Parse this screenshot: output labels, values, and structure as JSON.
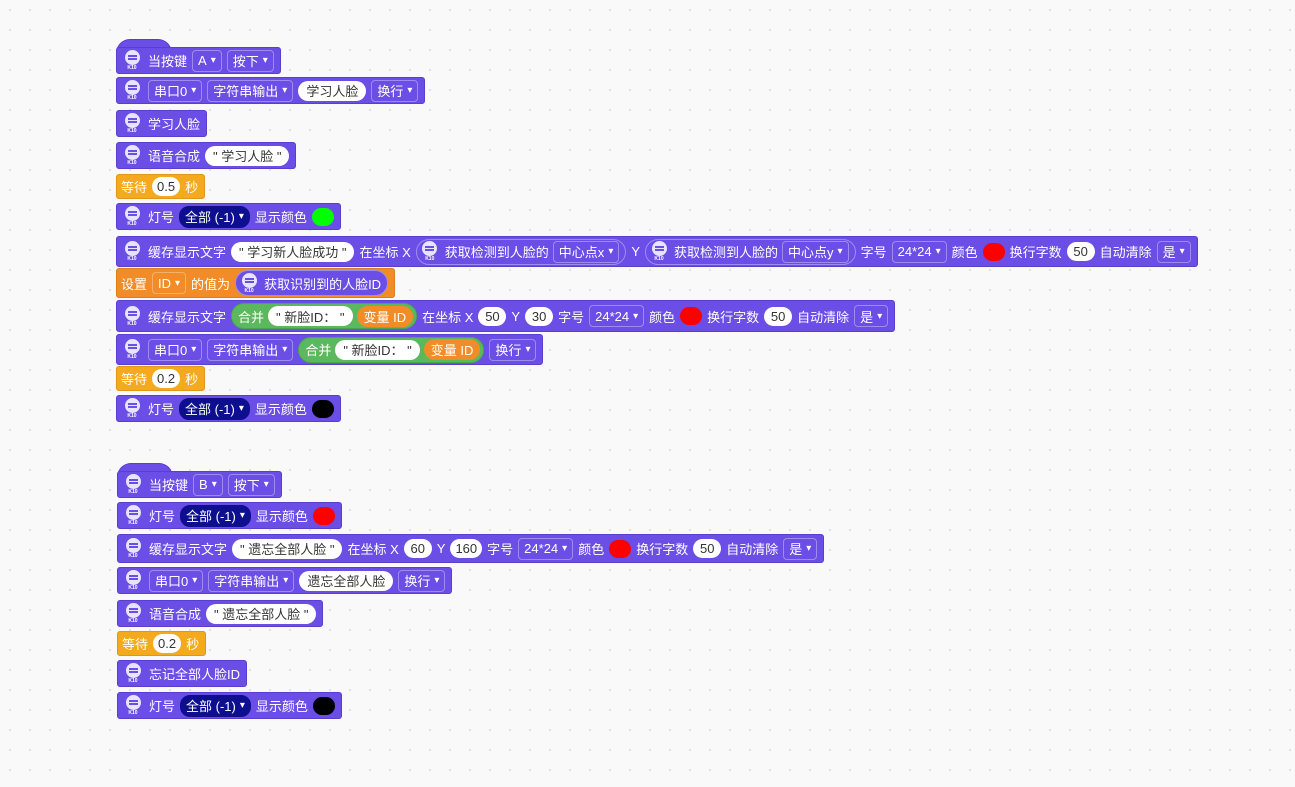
{
  "colors": {
    "block": "#6b4ee6",
    "wait": "#f5a91c",
    "var": "#f28c28",
    "green": "#00ff00",
    "red": "#ff0000",
    "black": "#000000"
  },
  "icon_label": "K10",
  "scriptA": {
    "b1": {
      "label": "当按键",
      "key": "A",
      "action": "按下"
    },
    "b2": {
      "port": "串口0",
      "mode": "字符串输出",
      "text": "学习人脸",
      "newline": "换行"
    },
    "b3": {
      "label": "学习人脸"
    },
    "b4": {
      "label": "语音合成",
      "text": "\" 学习人脸 \""
    },
    "b5": {
      "label": "等待",
      "value": "0.5",
      "unit": "秒"
    },
    "b6": {
      "label": "灯号",
      "led": "全部 (-1)",
      "show": "显示颜色"
    },
    "b7": {
      "label": "缓存显示文字",
      "text": "\" 学习新人脸成功 \"",
      "at": "在坐标 X",
      "getface": "获取检测到人脸的",
      "cx": "中心点x",
      "y": "Y",
      "getface2": "获取检测到人脸的",
      "cy": "中心点y",
      "font": "字号",
      "size": "24*24",
      "color": "颜色",
      "wrap": "换行字数",
      "wrapn": "50",
      "clear": "自动清除",
      "yes": "是"
    },
    "b8": {
      "label": "设置",
      "var": "ID",
      "valueof": "的值为",
      "getid": "获取识别到的人脸ID"
    },
    "b9": {
      "label": "缓存显示文字",
      "join": "合并",
      "text": "\" 新脸ID： \"",
      "varid": "变量 ID",
      "at": "在坐标 X",
      "x": "50",
      "y": "Y",
      "yv": "30",
      "font": "字号",
      "size": "24*24",
      "color": "颜色",
      "wrap": "换行字数",
      "wrapn": "50",
      "clear": "自动清除",
      "yes": "是"
    },
    "b10": {
      "port": "串口0",
      "mode": "字符串输出",
      "join": "合并",
      "text": "\" 新脸ID： \"",
      "varid": "变量 ID",
      "newline": "换行"
    },
    "b11": {
      "label": "等待",
      "value": "0.2",
      "unit": "秒"
    },
    "b12": {
      "label": "灯号",
      "led": "全部 (-1)",
      "show": "显示颜色"
    }
  },
  "scriptB": {
    "b1": {
      "label": "当按键",
      "key": "B",
      "action": "按下"
    },
    "b2": {
      "label": "灯号",
      "led": "全部 (-1)",
      "show": "显示颜色"
    },
    "b3": {
      "label": "缓存显示文字",
      "text": "\" 遗忘全部人脸 \"",
      "at": "在坐标 X",
      "x": "60",
      "y": "Y",
      "yv": "160",
      "font": "字号",
      "size": "24*24",
      "color": "颜色",
      "wrap": "换行字数",
      "wrapn": "50",
      "clear": "自动清除",
      "yes": "是"
    },
    "b4": {
      "port": "串口0",
      "mode": "字符串输出",
      "text": "遗忘全部人脸",
      "newline": "换行"
    },
    "b5": {
      "label": "语音合成",
      "text": "\" 遗忘全部人脸 \""
    },
    "b6": {
      "label": "等待",
      "value": "0.2",
      "unit": "秒"
    },
    "b7": {
      "label": "忘记全部人脸ID"
    },
    "b8": {
      "label": "灯号",
      "led": "全部 (-1)",
      "show": "显示颜色"
    }
  }
}
